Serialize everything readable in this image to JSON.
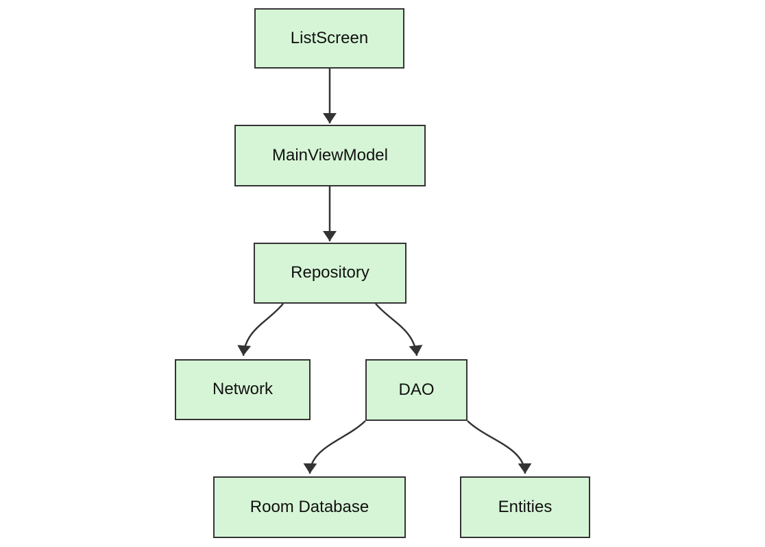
{
  "diagram": {
    "type": "flowchart",
    "direction": "top-down",
    "nodes": [
      {
        "id": "listscreen",
        "label": "ListScreen"
      },
      {
        "id": "mainviewmodel",
        "label": "MainViewModel"
      },
      {
        "id": "repository",
        "label": "Repository"
      },
      {
        "id": "network",
        "label": "Network"
      },
      {
        "id": "dao",
        "label": "DAO"
      },
      {
        "id": "roomdatabase",
        "label": "Room Database"
      },
      {
        "id": "entities",
        "label": "Entities"
      }
    ],
    "edges": [
      {
        "from": "ListScreen",
        "to": "MainViewModel"
      },
      {
        "from": "MainViewModel",
        "to": "Repository"
      },
      {
        "from": "Repository",
        "to": "Network"
      },
      {
        "from": "Repository",
        "to": "DAO"
      },
      {
        "from": "DAO",
        "to": "Room Database"
      },
      {
        "from": "DAO",
        "to": "Entities"
      }
    ],
    "colors": {
      "node_fill": "#d6f5d6",
      "node_border": "#333333",
      "edge": "#333333",
      "text": "#111111",
      "background": "#ffffff"
    }
  }
}
